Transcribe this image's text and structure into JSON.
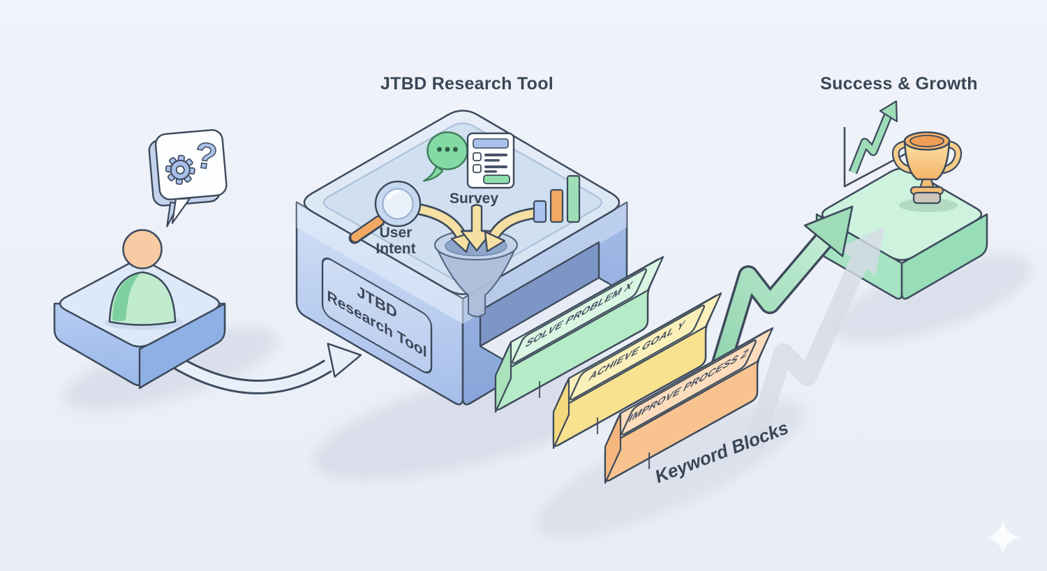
{
  "titles": {
    "tool": "JTBD Research Tool",
    "success": "Success & Growth"
  },
  "box": {
    "plate_line1": "JTBD",
    "plate_line2": "Research Tool",
    "survey_label": "Survey",
    "user_intent_line1": "User",
    "user_intent_line2": "Intent"
  },
  "keyword_blocks": {
    "caption": "Keyword Blocks",
    "items": [
      {
        "label": "SOLVE PROBLEM X",
        "color": "#b5ebc6"
      },
      {
        "label": "ACHIEVE GOAL Y",
        "color": "#f8e28f"
      },
      {
        "label": "IMPROVE PROCESS Z",
        "color": "#f8c38f"
      }
    ]
  },
  "icons": [
    "gear-question-speech-bubble-icon",
    "person-icon",
    "magnifier-icon",
    "chat-bubble-icon",
    "survey-form-icon",
    "bar-chart-icon",
    "funnel-icon",
    "growth-arrow-icon",
    "growth-chart-icon",
    "trophy-icon",
    "sparkle-icon"
  ],
  "colors": {
    "background": "#edf1f8",
    "outline": "#3d4a5c",
    "box_front_blue": "#a8c0ea",
    "box_side_blue": "#8faddf",
    "glass_top": "#dbe7f5",
    "platform_blue": "#a9c4ed",
    "success_platform_green": "#cdf2dd",
    "growth_arrow_green": "#9fdcb8",
    "input_arrow_yellow": "#f5dfa2",
    "block_green": "#b5ebc6",
    "block_yellow": "#f8e28f",
    "block_orange": "#f8c38f",
    "chat_green": "#84daa4",
    "magnifier_orange": "#f2a863",
    "trophy_gold": "#f6c27a",
    "text_dark": "#3a4656"
  }
}
